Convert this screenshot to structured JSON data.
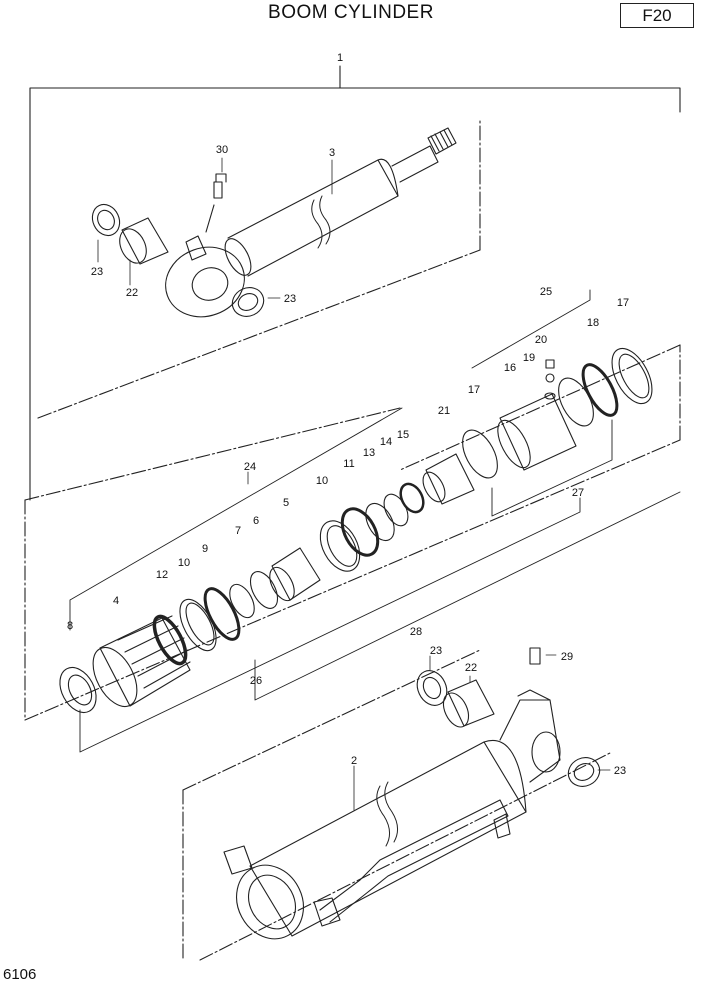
{
  "title": "BOOM CYLINDER",
  "page_code": "F20",
  "doc_no": "6106",
  "callouts": {
    "c1": "1",
    "c2": "2",
    "c3": "3",
    "c4": "4",
    "c5": "5",
    "c6": "6",
    "c7": "7",
    "c8": "8",
    "c9": "9",
    "c10a": "10",
    "c10b": "10",
    "c11": "11",
    "c12": "12",
    "c13": "13",
    "c14": "14",
    "c15": "15",
    "c16": "16",
    "c17a": "17",
    "c17b": "17",
    "c18": "18",
    "c19": "19",
    "c20": "20",
    "c21": "21",
    "c22a": "22",
    "c22b": "22",
    "c23a": "23",
    "c23b": "23",
    "c23c": "23",
    "c23d": "23",
    "c24": "24",
    "c25": "25",
    "c26": "26",
    "c27": "27",
    "c28": "28",
    "c29": "29",
    "c30": "30"
  }
}
